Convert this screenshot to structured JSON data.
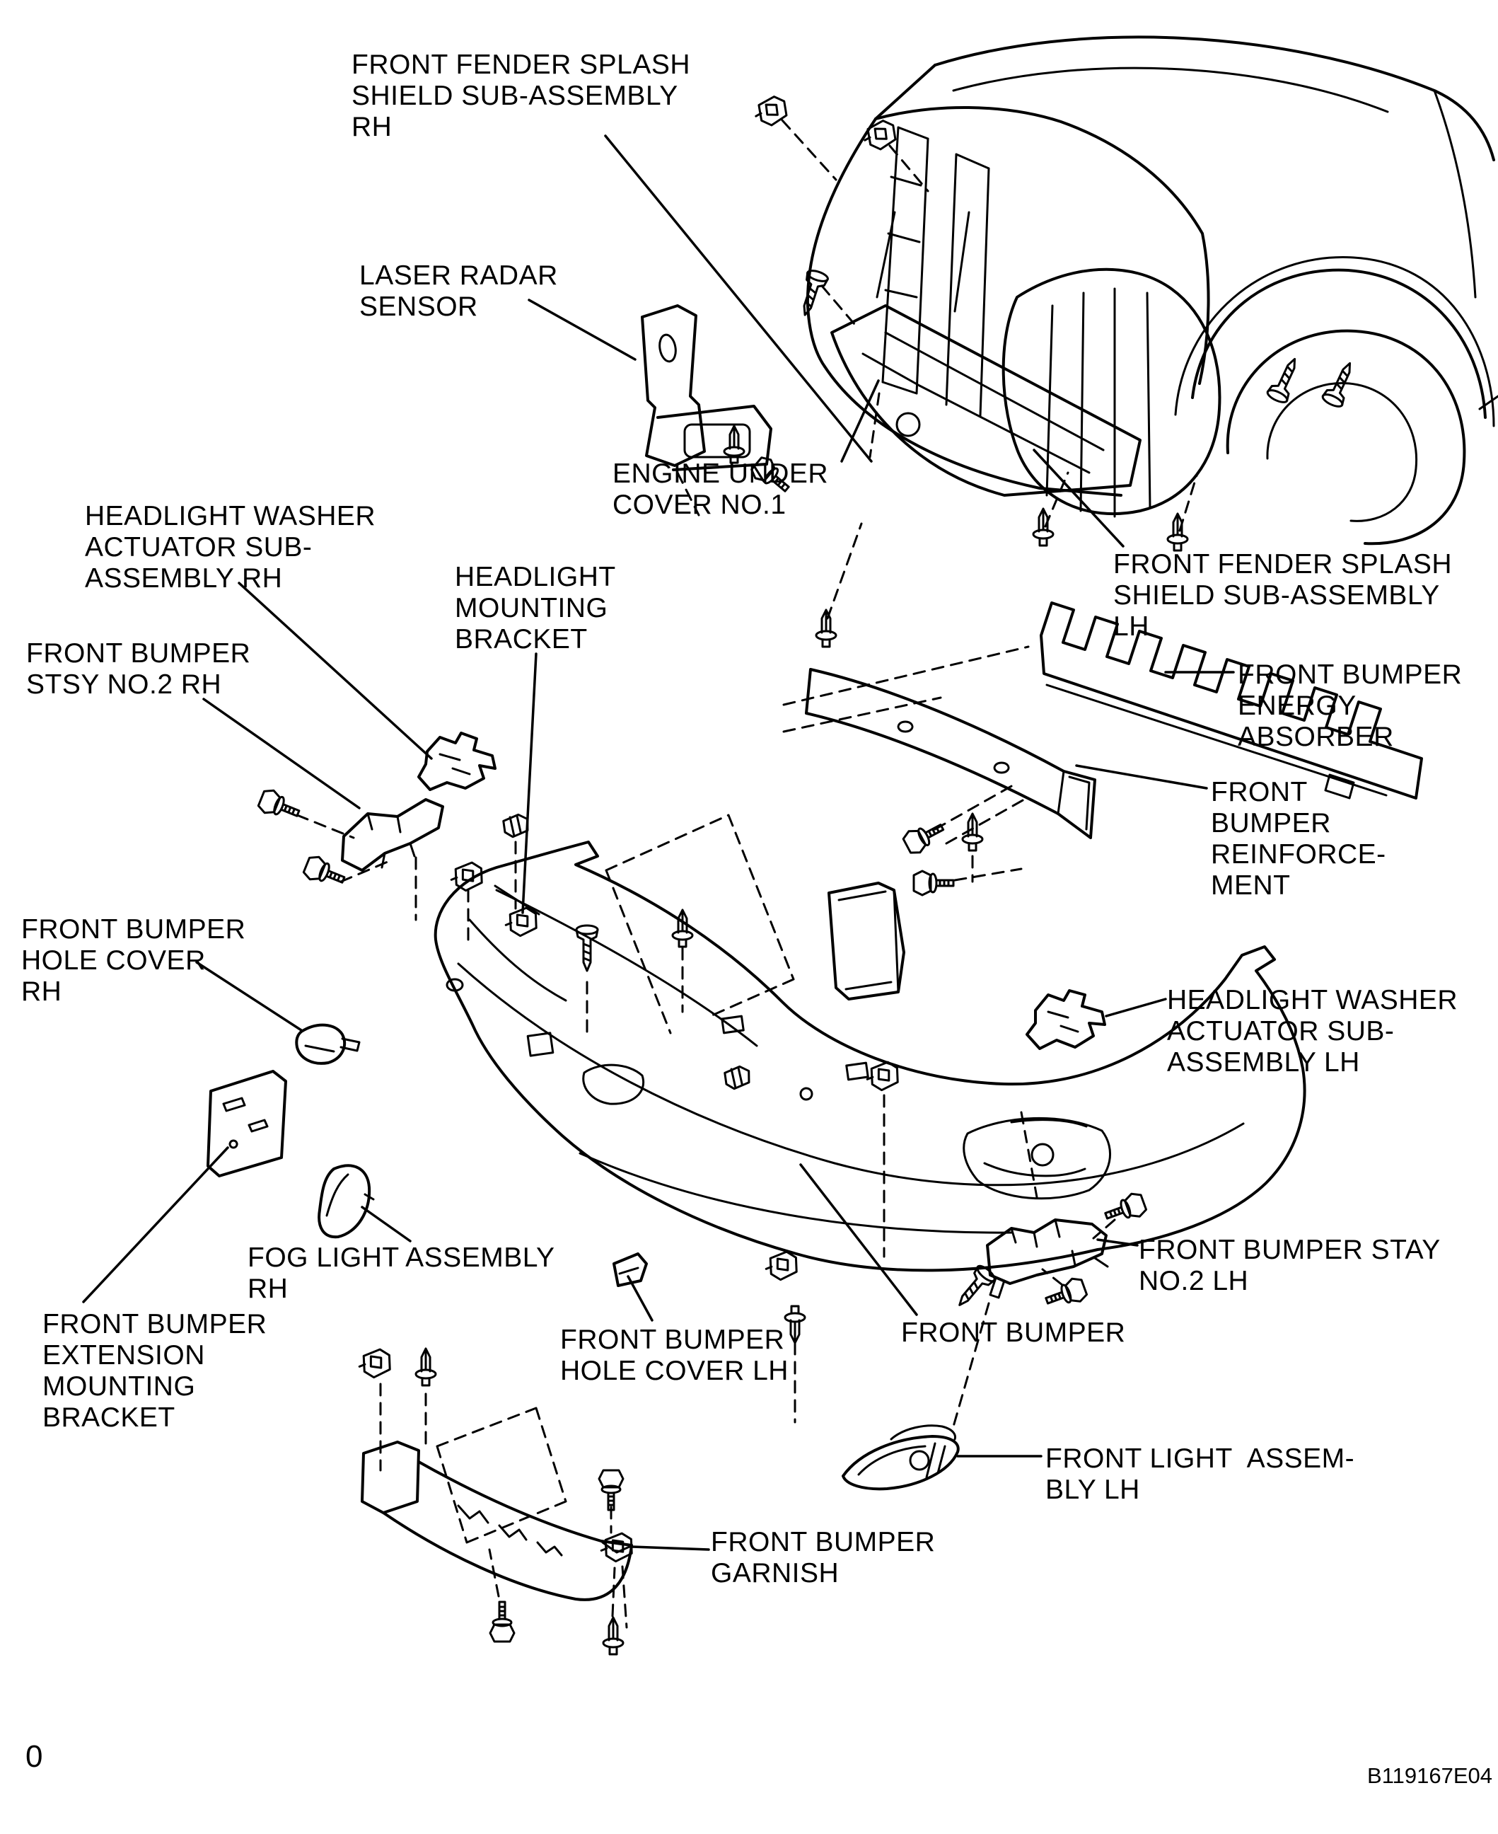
{
  "colors": {
    "line": "#000000",
    "background": "#ffffff"
  },
  "labels": {
    "splash_shield_rh": "FRONT FENDER SPLASH\nSHIELD SUB-ASSEMBLY\nRH",
    "laser_radar_sensor": "LASER RADAR\nSENSOR",
    "engine_under_cover_no1": "ENGINE UNDER\nCOVER NO.1",
    "splash_shield_lh": "FRONT FENDER SPLASH\nSHIELD SUB-ASSEMBLY\nLH",
    "headlight_washer_actuator_rh": "HEADLIGHT WASHER\nACTUATOR SUB-\nASSEMBLY RH",
    "headlight_mounting_bracket": "HEADLIGHT\nMOUNTING\nBRACKET",
    "front_bumper_stsy_no2_rh": "FRONT BUMPER\nSTSY NO.2 RH",
    "front_bumper_energy_absorber": "FRONT BUMPER\nENERGY\nABSORBER",
    "front_bumper_reinforcement": "FRONT\nBUMPER\nREINFORCE-\nMENT",
    "front_bumper_hole_cover_rh": "FRONT BUMPER\nHOLE COVER\nRH",
    "headlight_washer_actuator_lh": "HEADLIGHT WASHER\nACTUATOR SUB-\nASSEMBLY LH",
    "fog_light_assembly_rh": "FOG LIGHT ASSEMBLY\nRH",
    "front_bumper_extension_mounting_bracket": "FRONT BUMPER\nEXTENSION\nMOUNTING\nBRACKET",
    "front_bumper_hole_cover_lh": "FRONT BUMPER\nHOLE COVER LH",
    "front_bumper": "FRONT BUMPER",
    "front_bumper_stay_no2_lh": "FRONT BUMPER STAY\nNO.2 LH",
    "front_light_assembly_lh": "FRONT LIGHT  ASSEM-\nBLY LH",
    "front_bumper_garnish": "FRONT BUMPER\nGARNISH"
  },
  "footer": {
    "page_number": "0",
    "figure_code": "B119167E04"
  }
}
